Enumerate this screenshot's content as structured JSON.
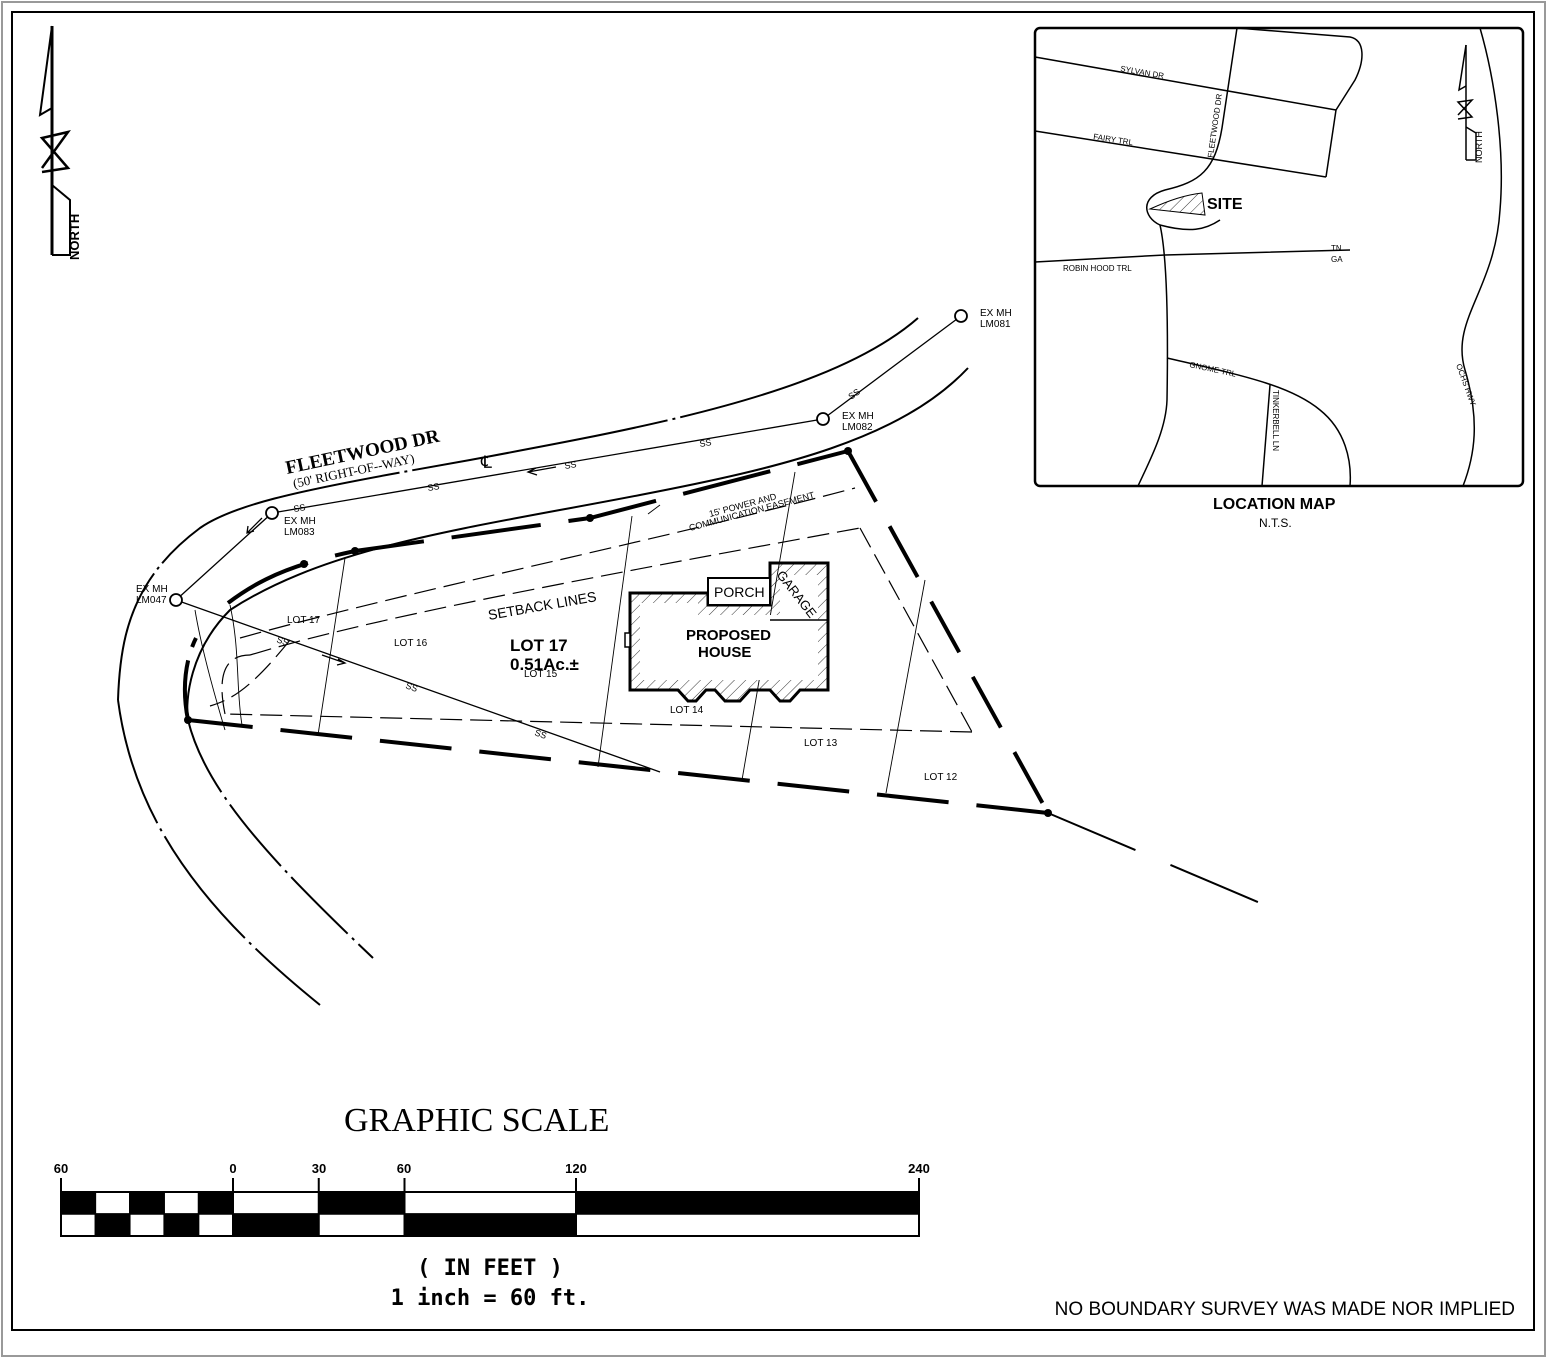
{
  "north_arrow": {
    "label": "NORTH"
  },
  "street": {
    "name": "FLEETWOOD DR",
    "row": "(50' RIGHT-OF--WAY)",
    "centerline": "℄"
  },
  "sewer": {
    "line_label": "SS"
  },
  "manholes": [
    {
      "line1": "EX MH",
      "line2": "LM081"
    },
    {
      "line1": "EX MH",
      "line2": "LM082"
    },
    {
      "line1": "EX MH",
      "line2": "LM083"
    },
    {
      "line1": "EX MH",
      "line2": "LM047"
    }
  ],
  "easement": {
    "line1": "15' POWER AND",
    "line2": "COMMUNICATION EASEMENT"
  },
  "setback": "SETBACK LINES",
  "lot": {
    "name": "LOT 17",
    "area": "0.51Ac.±"
  },
  "old_lots": [
    "LOT 17",
    "LOT 16",
    "LOT 15",
    "LOT 14",
    "LOT 13",
    "LOT 12"
  ],
  "house": {
    "line1": "PROPOSED",
    "line2": "HOUSE",
    "porch": "PORCH",
    "garage": "GARAGE"
  },
  "location_map": {
    "title": "LOCATION MAP",
    "scale": "N.T.S.",
    "site": "SITE",
    "north": "NORTH",
    "roads": [
      "SYLVAN DR",
      "FAIRY TRL",
      "FLEETWOOD DR",
      "ROBIN HOOD TRL",
      "GNOME TRL",
      "TINKERBELL LN",
      "OCHS HWY"
    ],
    "state_line": {
      "top": "TN",
      "bottom": "GA"
    }
  },
  "graphic_scale": {
    "title": "GRAPHIC SCALE",
    "ticks": [
      "60",
      "0",
      "30",
      "60",
      "120",
      "240"
    ],
    "units": "( IN FEET )",
    "ratio": "1 inch = 60  ft."
  },
  "disclaimer": "NO BOUNDARY SURVEY WAS MADE NOR IMPLIED"
}
